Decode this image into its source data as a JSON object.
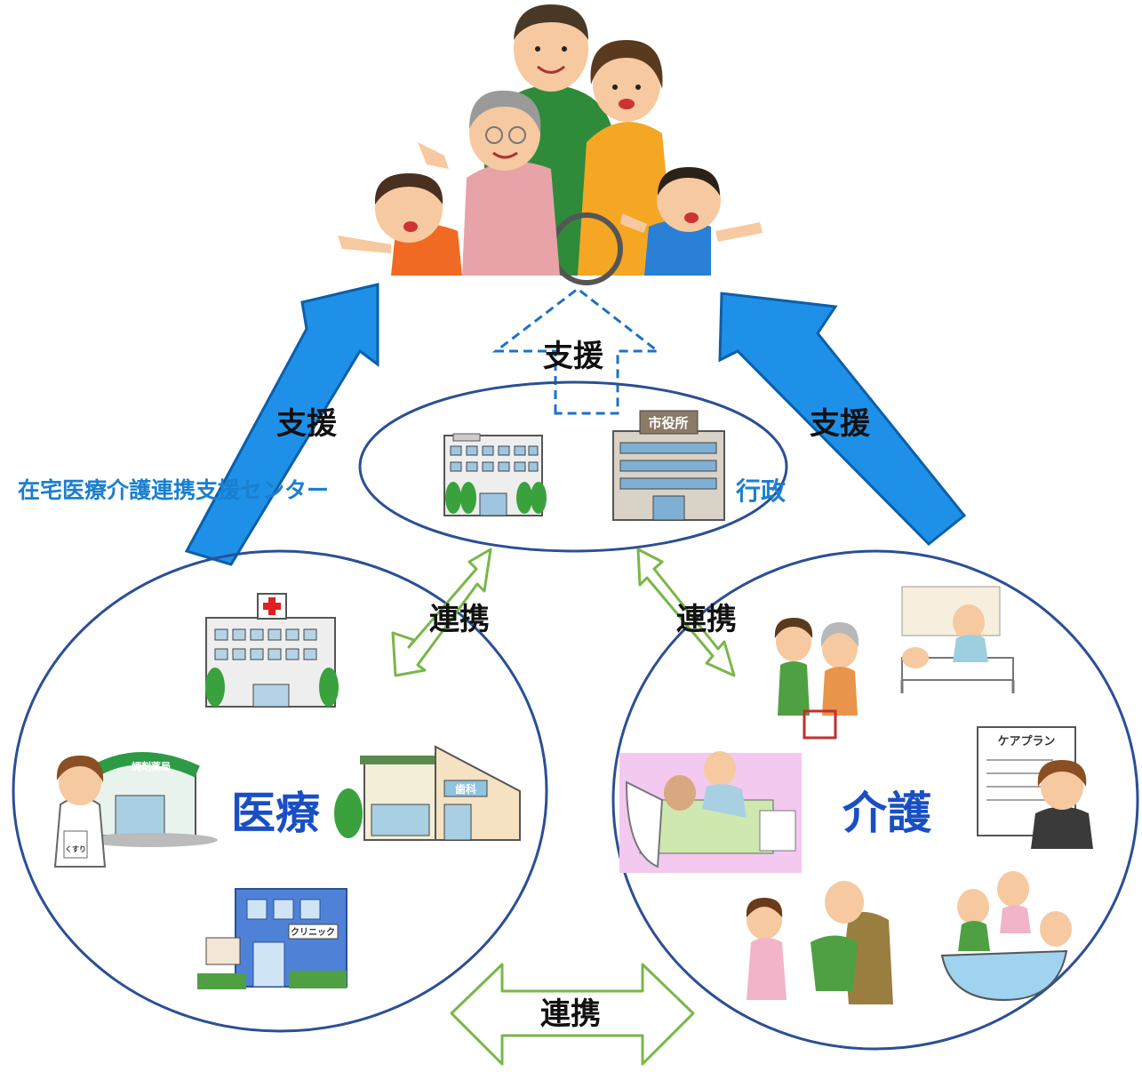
{
  "family": {
    "label": ""
  },
  "labels": {
    "support_left": "支援",
    "support_center": "支援",
    "support_right": "支援",
    "center_name": "在宅医療介護連携支援センター",
    "government": "行政",
    "medical": "医療",
    "care": "介護",
    "link_left": "連携",
    "link_right": "連携",
    "link_bottom": "連携"
  },
  "signs": {
    "city_hall": "市役所",
    "dental": "歯科",
    "clinic": "クリニック",
    "pharmacy": "調剤薬局",
    "care_plan": "ケアプラン",
    "medicine": "くすり"
  },
  "colors": {
    "blue_arrow": "#1e90e8",
    "blue_arrow_edge": "#0c5fa8",
    "circle_stroke": "#2b4f96",
    "green_arrow": "#7ab648",
    "center_text": "#1a7fd0",
    "group_text": "#1a4fc4"
  }
}
